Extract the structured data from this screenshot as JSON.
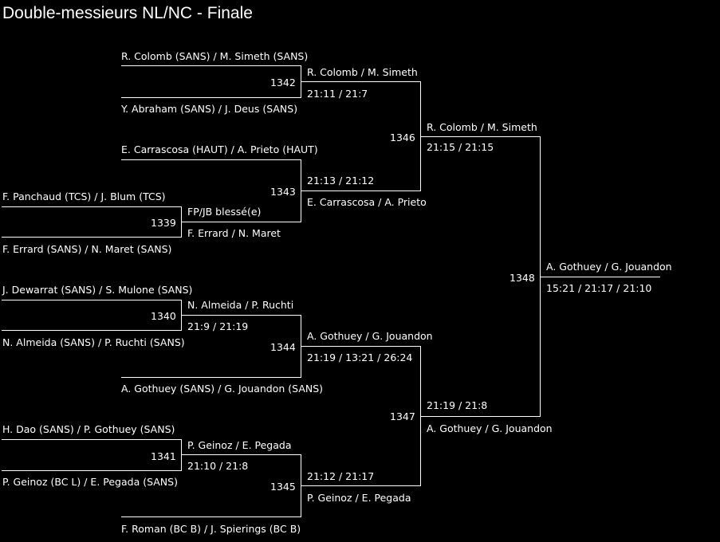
{
  "title": "Double-messieurs NL/NC - Finale",
  "round1": {
    "m1339": {
      "id": "1339",
      "p1": "F. Panchaud (TCS) / J. Blum (TCS)",
      "p2": "F. Errard (SANS) / N. Maret (SANS)"
    },
    "m1340": {
      "id": "1340",
      "p1": "J. Dewarrat (SANS) / S. Mulone (SANS)",
      "p2": "N. Almeida (SANS) / P. Ruchti (SANS)"
    },
    "m1341": {
      "id": "1341",
      "p1": "H. Dao (SANS) / P. Gothuey (SANS)",
      "p2": "P. Geinoz (BC L) / E. Pegada (SANS)"
    }
  },
  "round2": {
    "m1342": {
      "id": "1342",
      "p1": "R. Colomb (SANS) / M. Simeth (SANS)",
      "p2": "Y. Abraham (SANS) / J. Deus (SANS)"
    },
    "m1343": {
      "id": "1343",
      "p1": "E. Carrascosa (HAUT) / A. Prieto (HAUT)",
      "winner_r1": "F. Errard / N. Maret",
      "score_r1": "FP/JB blessé(e)"
    },
    "m1344": {
      "id": "1344",
      "winner_r1": "N. Almeida / P. Ruchti",
      "score_r1": "21:9 / 21:19",
      "p2": "A. Gothuey (SANS) / G. Jouandon (SANS)"
    },
    "m1345": {
      "id": "1345",
      "winner_r1": "P. Geinoz / E. Pegada",
      "score_r1": "21:10 / 21:8",
      "p2": "F. Roman (BC B) / J. Spierings (BC B)"
    }
  },
  "round3": {
    "m1346": {
      "id": "1346",
      "w1": "R. Colomb / M. Simeth",
      "s1": "21:11 / 21:7",
      "w2": "E. Carrascosa / A. Prieto",
      "s2": "21:13 / 21:12"
    },
    "m1347": {
      "id": "1347",
      "w1": "A. Gothuey / G. Jouandon",
      "s1": "21:19 / 13:21 / 26:24",
      "w2": "P. Geinoz / E. Pegada",
      "s2": "21:12 / 21:17"
    }
  },
  "round4": {
    "m1348": {
      "id": "1348",
      "w1": "R. Colomb / M. Simeth",
      "s1": "21:15 / 21:15",
      "w2": "A. Gothuey / G. Jouandon",
      "s2": "21:19 / 21:8"
    }
  },
  "final": {
    "winner": "A. Gothuey / G. Jouandon",
    "score": "15:21 / 21:17 / 21:10"
  }
}
